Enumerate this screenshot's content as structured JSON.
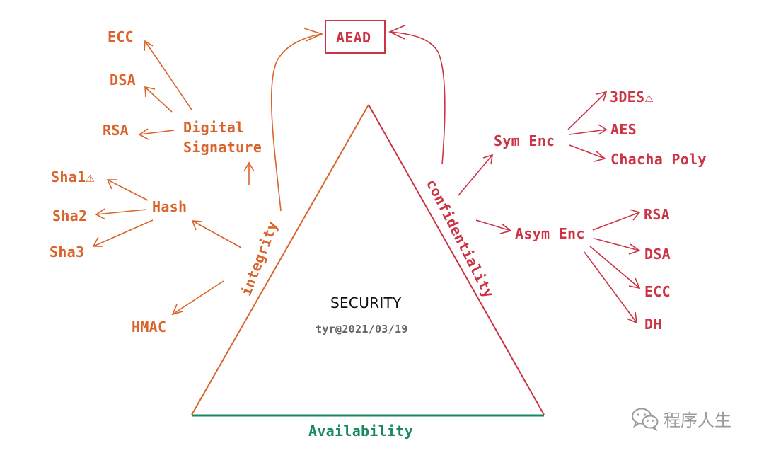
{
  "diagram": {
    "center": {
      "title": "SECURITY",
      "subtitle": "tyr@2021/03/19"
    },
    "aead": "AEAD",
    "sides": {
      "integrity": "integrity",
      "confidentiality": "confidentiality",
      "availability": "Availability"
    },
    "integrity_branch": {
      "digital_signature": {
        "line1": "Digital",
        "line2": "Signature",
        "algorithms": [
          "ECC",
          "DSA",
          "RSA"
        ]
      },
      "hash": {
        "label": "Hash",
        "algorithms": [
          "Sha1⚠",
          "Sha2",
          "Sha3"
        ]
      },
      "hmac": "HMAC"
    },
    "confidentiality_branch": {
      "sym_enc": {
        "label": "Sym Enc",
        "algorithms": [
          "3DES⚠",
          "AES",
          "Chacha Poly"
        ]
      },
      "asym_enc": {
        "label": "Asym Enc",
        "algorithms": [
          "RSA",
          "DSA",
          "ECC",
          "DH"
        ]
      }
    },
    "colors": {
      "integrity": "#d9632a",
      "confidentiality": "#cc3344",
      "availability": "#1a8a5c",
      "text": "#111111"
    }
  },
  "watermark": {
    "icon": "wechat-icon",
    "text": "程序人生"
  }
}
